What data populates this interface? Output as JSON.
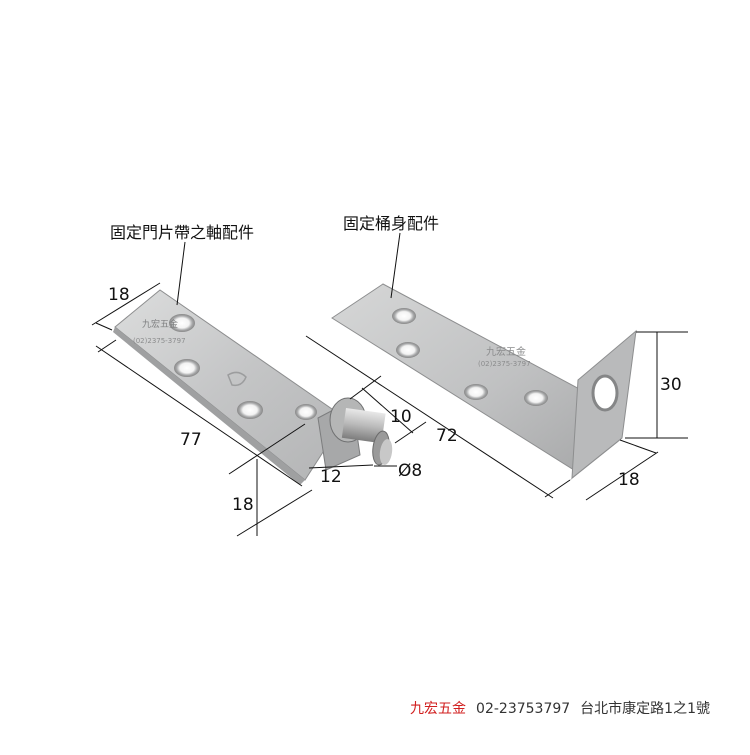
{
  "callouts": {
    "door_part": "固定門片帶之軸配件",
    "body_part": "固定桶身配件"
  },
  "left_plate": {
    "stamp_name": "九宏五金",
    "stamp_phone": "(02)2375-3797"
  },
  "right_plate": {
    "stamp_name": "九宏五金",
    "stamp_phone": "(02)2375-3797"
  },
  "dimensions": {
    "left_width": "18",
    "left_length": "77",
    "left_height": "18",
    "pin_length": "10",
    "pin_base": "12",
    "pin_diameter": "Ø8",
    "right_length": "72",
    "right_height": "30",
    "right_depth": "18"
  },
  "footer": {
    "brand": "九宏五金",
    "phone": "02-23753797",
    "address": "台北市康定路1之1號"
  },
  "colors": {
    "metal": "#c9cacb",
    "metal_dark": "#9a9c9e",
    "line": "#111111",
    "brand": "#d11f1f"
  }
}
